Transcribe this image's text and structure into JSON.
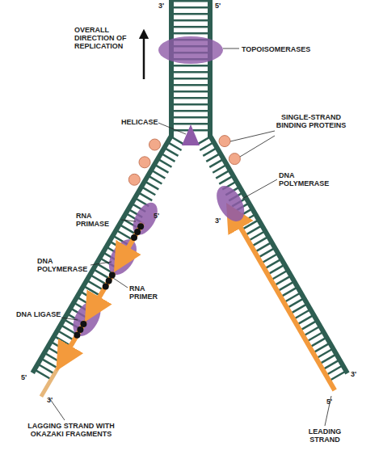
{
  "diagram": {
    "labels": [
      "OVERALL DIRECTION OF REPLICATION",
      "TOPOISOMERASES",
      "HELICASE",
      "SINGLE-STRAND BINDING PROTEINS",
      "DNA POLYMERASE",
      "3'",
      "RNA PRIMASE",
      "5'",
      "DNA POLYMERASE",
      "RNA PRIMER",
      "DNA LIGASE",
      "5'",
      "3'",
      "3'",
      "5'",
      "LAGGING STRAND WITH OKAZAKI FRAGMENTS",
      "LEADING STRAND",
      "3'",
      "5'"
    ]
  }
}
